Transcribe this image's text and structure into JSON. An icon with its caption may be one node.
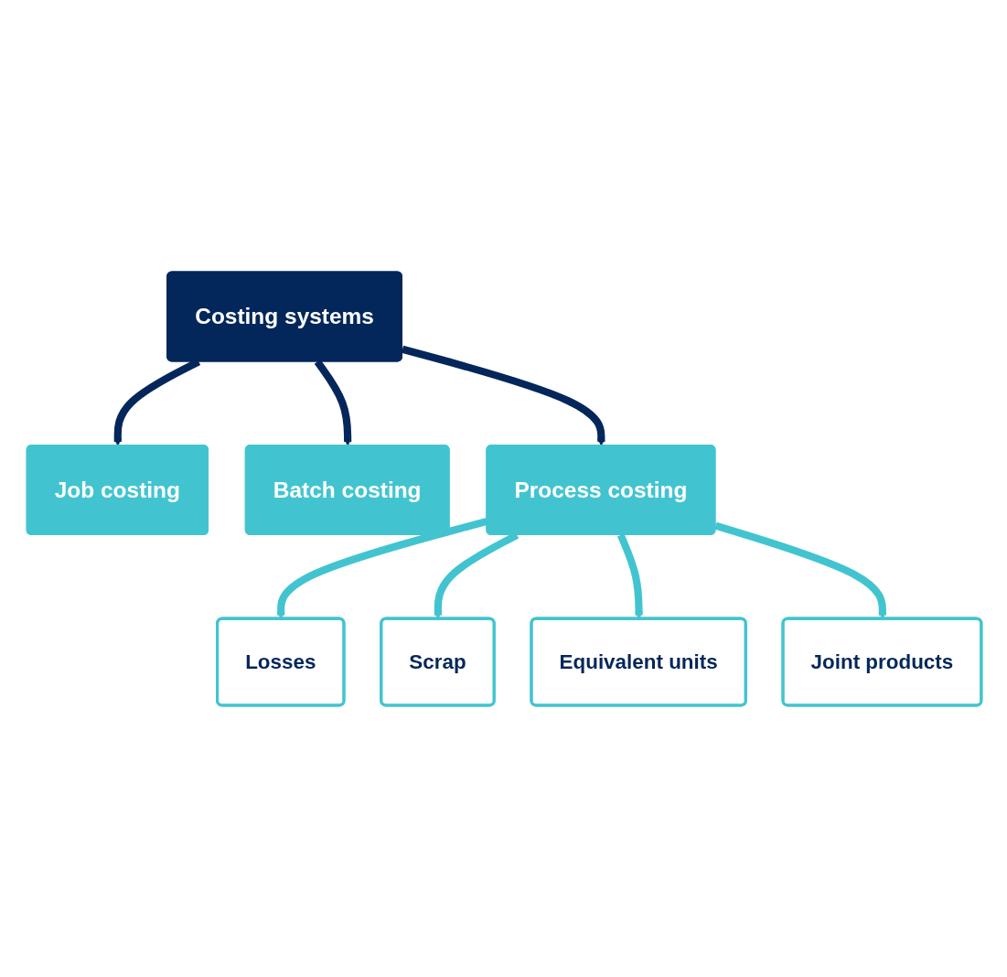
{
  "diagram": {
    "nodes": [
      {
        "text": [
          "Job costing"
        ]
      },
      {
        "text": [
          "Batch costing"
        ]
      },
      {
        "text": [
          "Costing systems"
        ]
      },
      {
        "text": [
          "Process costing"
        ]
      },
      {
        "text": [
          "Losses"
        ]
      },
      {
        "text": [
          "Scrap"
        ]
      },
      {
        "text": [
          "Equivalent units"
        ]
      },
      {
        "text": [
          "Joint products"
        ]
      }
    ],
    "edges": [
      {
        "from": 2,
        "to": 0,
        "arrow": "to",
        "color": "#03275a"
      },
      {
        "from": 2,
        "to": 1,
        "arrow": "to",
        "color": "#03275a"
      },
      {
        "from": 2,
        "to": 3,
        "arrow": "to",
        "color": "#03275a"
      },
      {
        "from": 3,
        "to": 4,
        "arrow": "to"
      },
      {
        "from": 3,
        "to": 5,
        "arrow": "to"
      },
      {
        "from": 3,
        "to": 6,
        "arrow": "to"
      },
      {
        "from": 3,
        "to": 7,
        "arrow": "to"
      }
    ]
  }
}
